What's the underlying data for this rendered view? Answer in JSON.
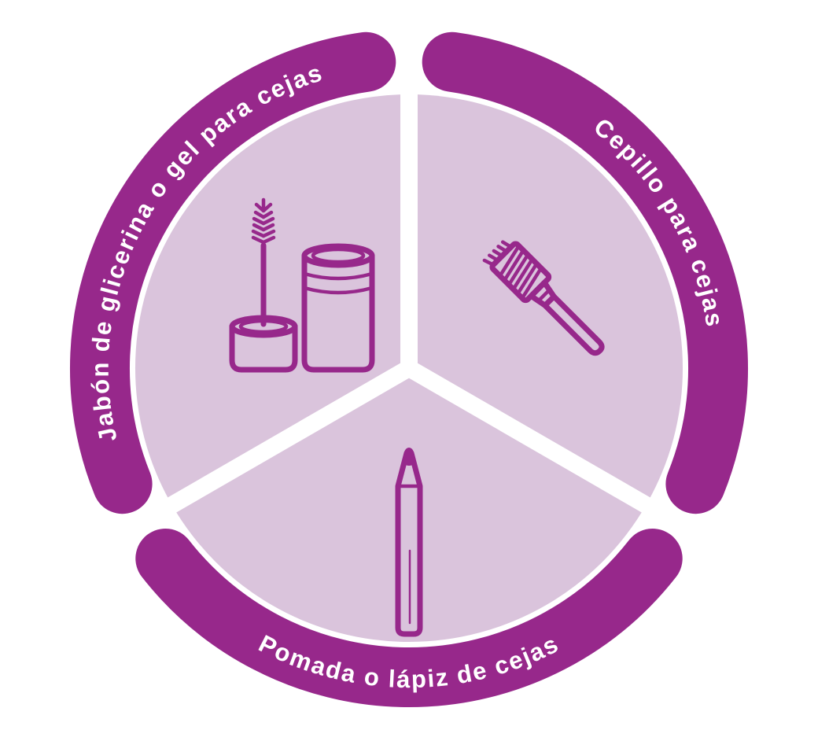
{
  "diagram": {
    "type": "circular-three-segment",
    "colors": {
      "ring": "#97288B",
      "wedge": "#DAC4DC",
      "label": "#FFFFFF",
      "background": "#FFFFFF"
    },
    "segments": [
      {
        "id": "gel",
        "position": "top-left",
        "label": "Jabón de glicerina o gel para cejas",
        "icon": "brow-gel-jar-icon"
      },
      {
        "id": "brush",
        "position": "top-right",
        "label": "Cepillo para cejas",
        "icon": "brow-brush-icon"
      },
      {
        "id": "pencil",
        "position": "bottom",
        "label": "Pomada o lápiz de cejas",
        "icon": "brow-pencil-icon"
      }
    ]
  }
}
